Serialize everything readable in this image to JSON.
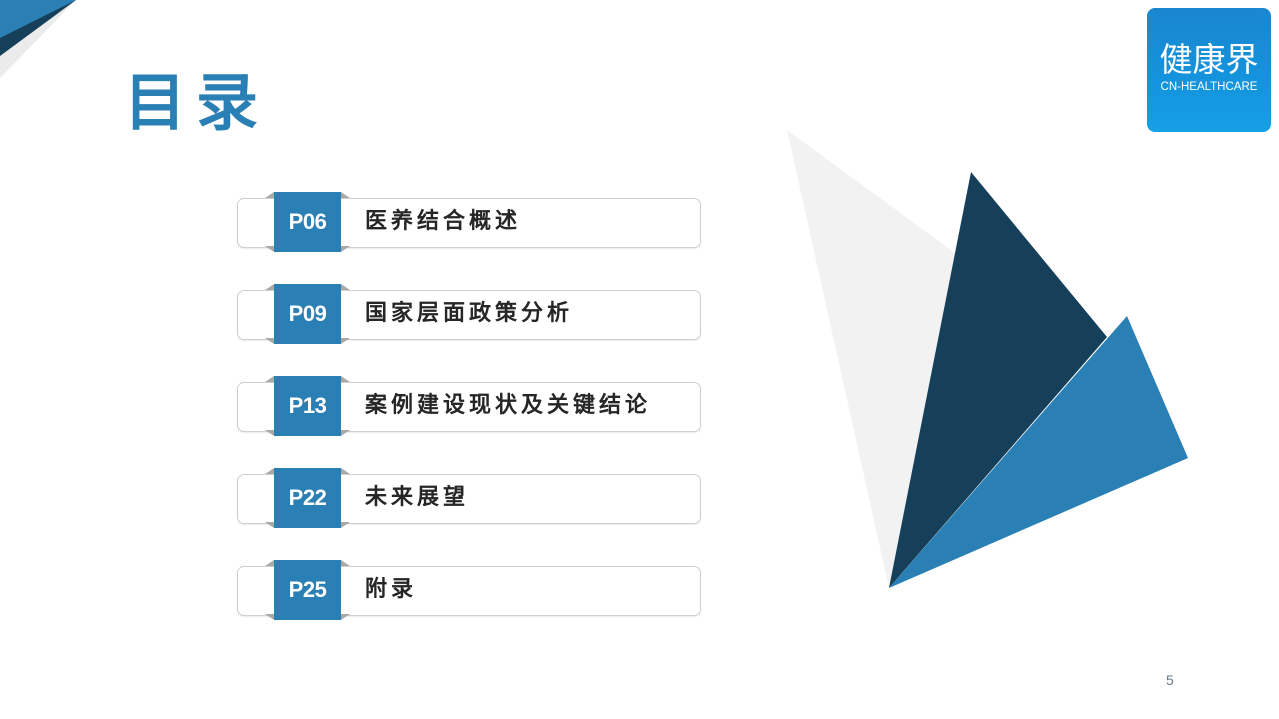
{
  "slide": {
    "title": "目录",
    "page_number": "5"
  },
  "logo": {
    "name_cn": "健康界",
    "name_en": "CN-HEALTHCARE"
  },
  "toc": {
    "items": [
      {
        "page": "P06",
        "label": "医养结合概述"
      },
      {
        "page": "P09",
        "label": "国家层面政策分析"
      },
      {
        "page": "P13",
        "label": "案例建设现状及关键结论"
      },
      {
        "page": "P22",
        "label": "未来展望"
      },
      {
        "page": "P25",
        "label": "附录"
      }
    ]
  },
  "colors": {
    "accent_blue": "#2a7fb4",
    "dark_navy": "#16405a",
    "light_gray": "#f2f2f3",
    "logo_blue": "#1494dd"
  }
}
